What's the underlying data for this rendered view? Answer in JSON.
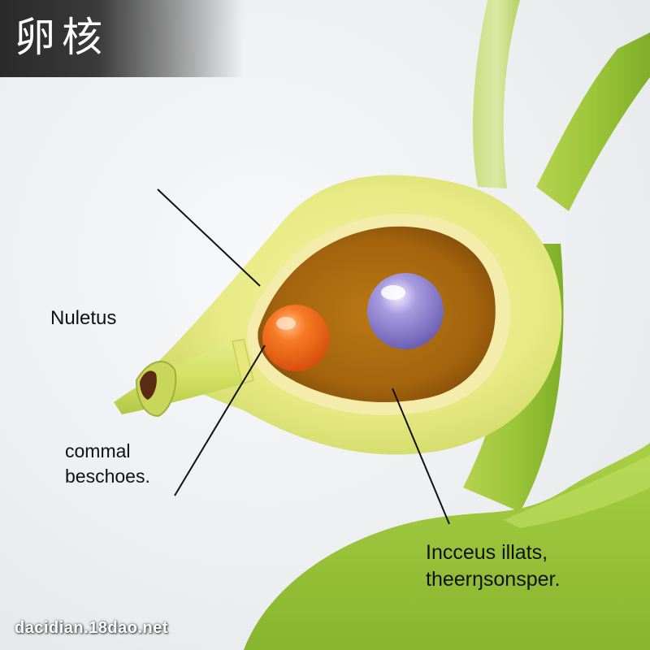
{
  "banner": {
    "title": "卵核"
  },
  "labels": {
    "nuletus": "Nuletus",
    "commal": {
      "line1": "commal",
      "line2": "beschoes."
    },
    "inceus": {
      "line1": "Incceus illats,",
      "line2": "theerŋsonsper."
    }
  },
  "watermark": "dacidian.18dao.net",
  "colors": {
    "stem_green": "#8fbf2e",
    "capsule_yellow": "#e8ec8c",
    "cavity_brown": "#a8680f",
    "nucleolus_orange": "#f26a1b",
    "nucleus_purple": "#8f84c9"
  }
}
